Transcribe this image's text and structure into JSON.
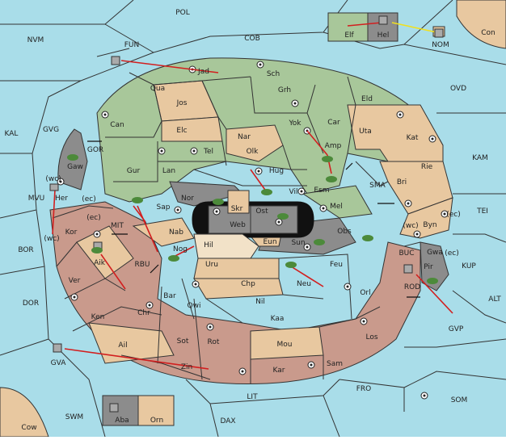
{
  "title": "",
  "colors": {
    "sea": "#a9dde9",
    "land_green": "#a8c79a",
    "land_tan": "#e8c8a0",
    "land_red": "#c99a8c",
    "land_neutral": "#8c8c8c",
    "order_move": "#d21f1f",
    "order_support": "#f0e020",
    "army_fill": "#4c8a3a"
  },
  "seas": [
    "POL",
    "NVM",
    "FUN",
    "COB",
    "Con",
    "NOM",
    "OVD",
    "KAL",
    "GVG",
    "KAM",
    "MVU",
    "GOR",
    "SMA",
    "TEI",
    "BOR",
    "MIT",
    "RBU",
    "BUC",
    "KUP",
    "DOR",
    "ROD",
    "ALT",
    "GVP",
    "GVA",
    "FRO",
    "SOM",
    "SWM",
    "LIT",
    "DAX",
    "Cow"
  ],
  "provinces": [
    "Elf",
    "Hel",
    "Jad",
    "Sch",
    "Qua",
    "Jos",
    "Grh",
    "Eld",
    "Can",
    "Elc",
    "Yok",
    "Car",
    "Uta",
    "Nar",
    "Tel",
    "Olk",
    "Kat",
    "Amp",
    "Gaw",
    "Gur",
    "Lan",
    "Hug",
    "Rie",
    "Esm",
    "Her",
    "Nor",
    "Skr",
    "Vil",
    "Bri",
    "Sap",
    "Ost",
    "Web",
    "Mel",
    "Byn",
    "Kor",
    "Nab",
    "Eun",
    "Sun",
    "Obs",
    "Gwa",
    "Hil",
    "Aik",
    "Nog",
    "Uru",
    "Feu",
    "Pir",
    "Ver",
    "Chp",
    "Neu",
    "Bar",
    "Qwi",
    "Orl",
    "Nil",
    "Ken",
    "Chr",
    "Kaa",
    "Ail",
    "Sot",
    "Rot",
    "Mou",
    "Los",
    "Zin",
    "Kar",
    "Sam",
    "Aba",
    "Orn"
  ],
  "coast_labels": [
    "(wc)",
    "(ec)",
    "(wc)",
    "(ec)",
    "(ec)",
    "(wc)",
    "(ec)"
  ]
}
